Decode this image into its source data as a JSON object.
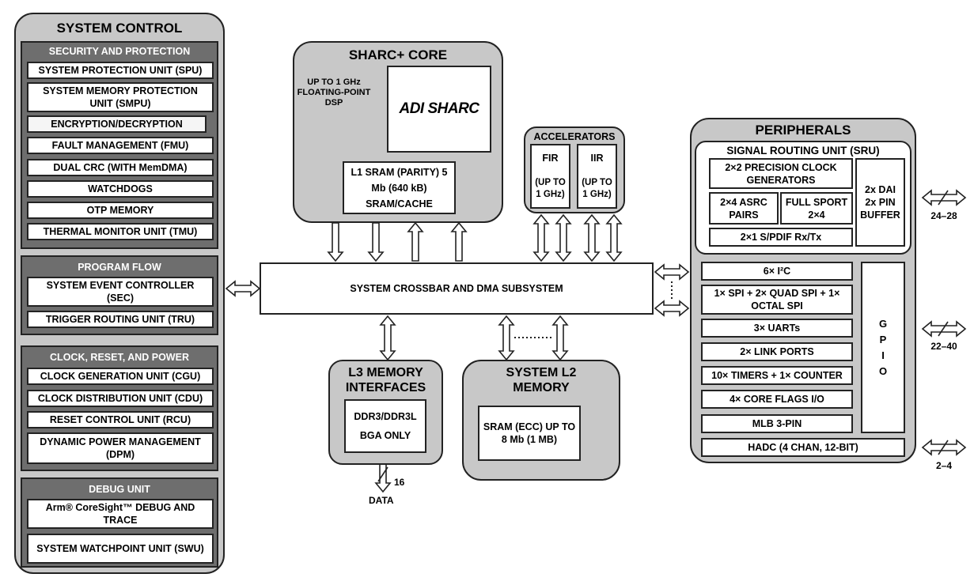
{
  "system_control": {
    "title": "SYSTEM CONTROL",
    "security": {
      "title": "SECURITY AND PROTECTION",
      "items": [
        "SYSTEM PROTECTION UNIT (SPU)",
        "SYSTEM MEMORY PROTECTION UNIT (SMPU)",
        "ENCRYPTION/DECRYPTION"
      ]
    },
    "misc_items": [
      "FAULT MANAGEMENT (FMU)",
      "DUAL CRC (WITH MemDMA)",
      "WATCHDOGS",
      "OTP MEMORY",
      "THERMAL MONITOR UNIT (TMU)"
    ],
    "program_flow": {
      "title": "PROGRAM FLOW",
      "items": [
        "SYSTEM EVENT CONTROLLER (SEC)",
        "TRIGGER ROUTING UNIT (TRU)"
      ]
    },
    "clock_reset_power": {
      "title": "CLOCK, RESET, AND POWER",
      "items": [
        "CLOCK GENERATION UNIT (CGU)",
        "CLOCK DISTRIBUTION UNIT (CDU)",
        "RESET CONTROL UNIT (RCU)",
        "DYNAMIC POWER MANAGEMENT (DPM)"
      ]
    },
    "debug": {
      "title": "DEBUG UNIT",
      "items": [
        "Arm® CoreSight™ DEBUG AND TRACE",
        "SYSTEM WATCHPOINT UNIT (SWU)"
      ]
    }
  },
  "sharc_core": {
    "title": "SHARC+ CORE",
    "speed": "UP TO 1 GHz FLOATING-POINT DSP",
    "logo_text": "ADI SHARC",
    "l1": "L1 SRAM (PARITY) 5 Mb (640 kB) SRAM/CACHE"
  },
  "accelerators": {
    "title": "ACCELERATORS",
    "items": [
      {
        "name": "FIR",
        "speed": "(UP TO 1 GHz)"
      },
      {
        "name": "IIR",
        "speed": "(UP TO 1 GHz)"
      }
    ]
  },
  "crossbar": "SYSTEM CROSSBAR AND DMA SUBSYSTEM",
  "l3": {
    "title": "L3 MEMORY INTERFACES",
    "inner": "DDR3/DDR3L BGA ONLY",
    "bus_width": "16",
    "bus_label": "DATA"
  },
  "l2": {
    "title": "SYSTEM L2 MEMORY",
    "inner": "SRAM (ECC) UP TO 8 Mb (1 MB)"
  },
  "peripherals": {
    "title": "PERIPHERALS",
    "sru": {
      "title": "SIGNAL ROUTING UNIT (SRU)",
      "precision_clock": "2×2 PRECISION CLOCK GENERATORS",
      "asrc": "2×4 ASRC PAIRS",
      "sport": "FULL SPORT 2×4",
      "spdif": "2×1 S/PDIF Rx/Tx",
      "dai": "2x DAI 2x PIN BUFFER"
    },
    "list": [
      "6× I²C",
      "1× SPI + 2× QUAD SPI + 1× OCTAL SPI",
      "3× UARTs",
      "2× LINK PORTS",
      "10× TIMERS + 1× COUNTER",
      "4× CORE FLAGS I/O",
      "MLB 3-PIN"
    ],
    "gpio": "G P I O",
    "hadc": "HADC (4 CHAN, 12-BIT)"
  },
  "external_pins": [
    "24–28",
    "22–40",
    "2–4"
  ]
}
